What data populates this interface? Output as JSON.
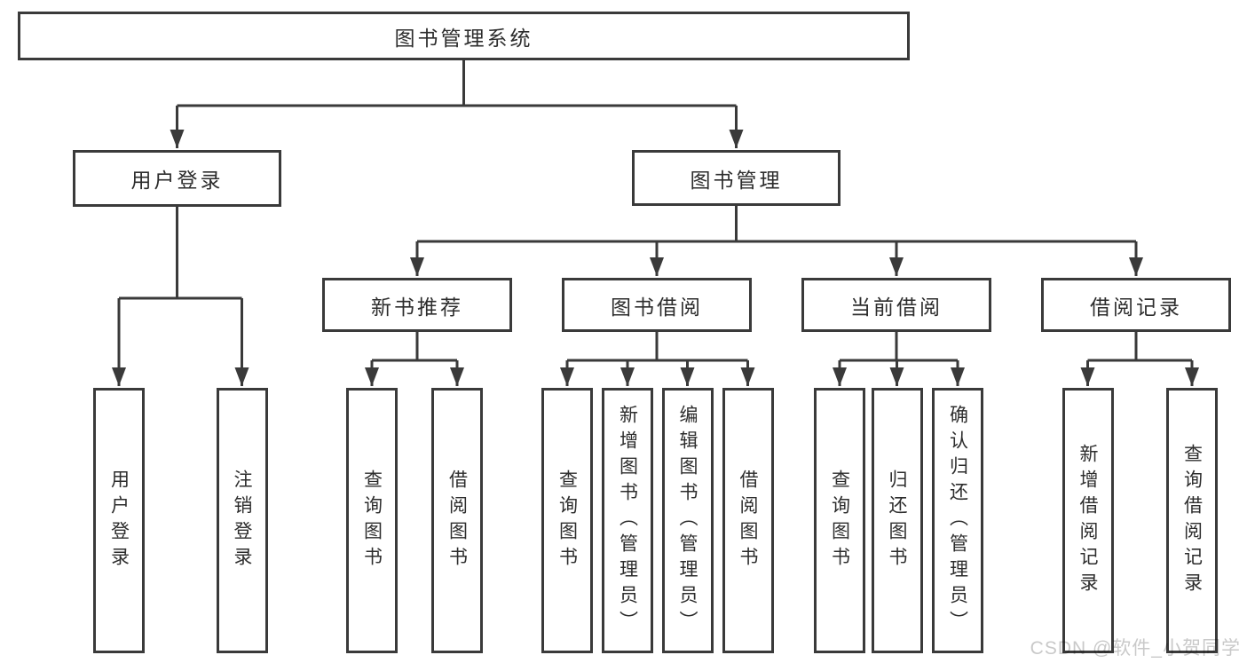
{
  "diagram": {
    "type": "hierarchy-tree",
    "colors": {
      "line": "#3a3a3a",
      "box_border": "#3a3a3a",
      "box_fill": "#ffffff",
      "text": "#2d2d2d",
      "watermark_text": "#c9c9c9",
      "background": "#ffffff"
    },
    "tree": {
      "root": {
        "label": "图书管理系统"
      },
      "children": [
        {
          "label": "用户登录",
          "children": [
            {
              "label": "用户登录"
            },
            {
              "label": "注销登录"
            }
          ]
        },
        {
          "label": "图书管理",
          "children": [
            {
              "label": "新书推荐",
              "children": [
                {
                  "label": "查询图书"
                },
                {
                  "label": "借阅图书"
                }
              ]
            },
            {
              "label": "图书借阅",
              "children": [
                {
                  "label": "查询图书"
                },
                {
                  "label": "新增图书（管理员）"
                },
                {
                  "label": "编辑图书（管理员）"
                },
                {
                  "label": "借阅图书"
                }
              ]
            },
            {
              "label": "当前借阅",
              "children": [
                {
                  "label": "查询图书"
                },
                {
                  "label": "归还图书"
                },
                {
                  "label": "确认归还（管理员）"
                }
              ]
            },
            {
              "label": "借阅记录",
              "children": [
                {
                  "label": "新增借阅记录"
                },
                {
                  "label": "查询借阅记录"
                }
              ]
            }
          ]
        }
      ]
    },
    "watermark": "CSDN @软件_小贺同学"
  }
}
